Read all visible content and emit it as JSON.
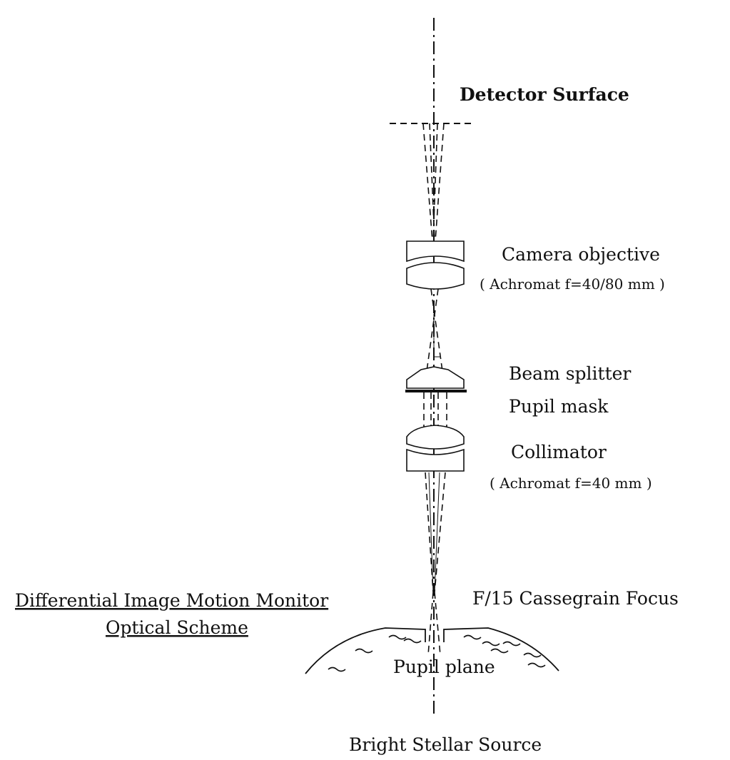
{
  "title": {
    "line1": "Differential Image Motion Monitor",
    "line2": "Optical Scheme"
  },
  "labels": {
    "detector": "Detector Surface",
    "camera": "Camera objective",
    "camera_spec": "( Achromat f=40/80 mm )",
    "beam_splitter": "Beam splitter",
    "pupil_mask": "Pupil mask",
    "collimator": "Collimator",
    "collimator_spec": "( Achromat f=40 mm )",
    "focus": "F/15 Cassegrain Focus",
    "pupil_plane": "Pupil plane",
    "source": "Bright Stellar Source"
  }
}
